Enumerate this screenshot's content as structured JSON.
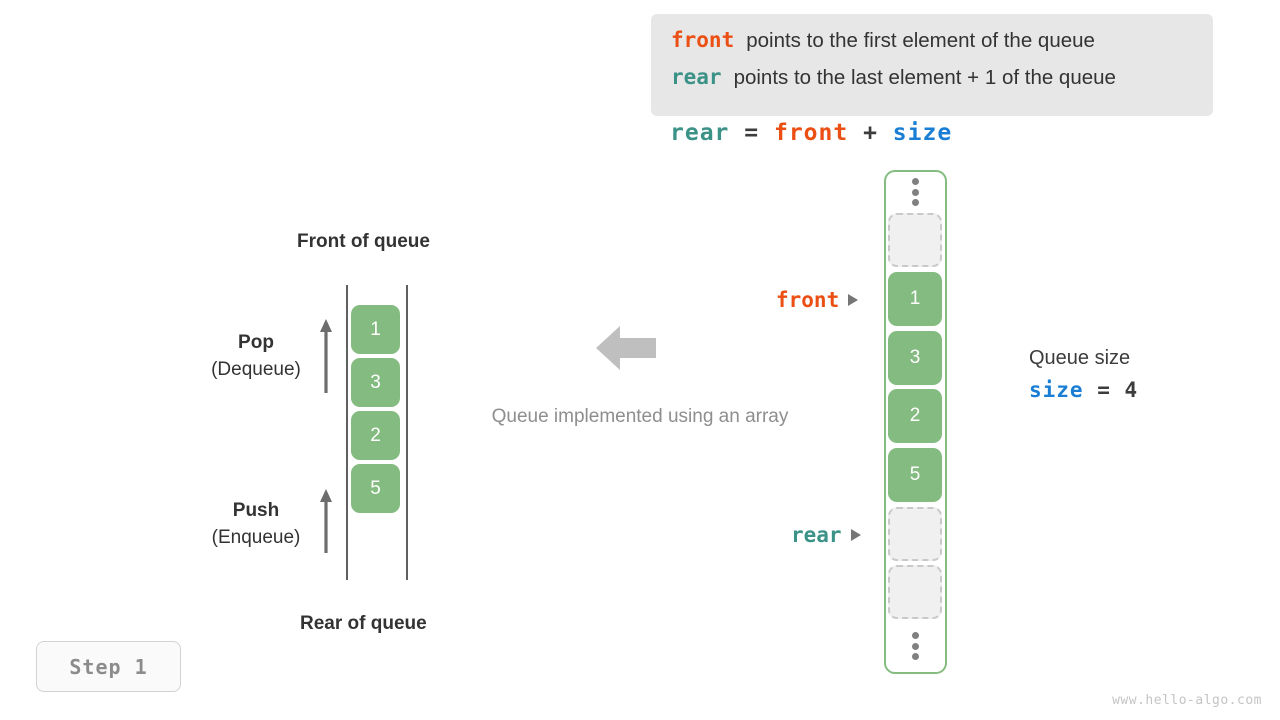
{
  "info_box": {
    "lines": [
      {
        "keyword": "front",
        "keyword_color": "#eb4f13",
        "text": "points to the first element of the queue"
      },
      {
        "keyword": "rear",
        "keyword_color": "#3b9287",
        "text": "points to the last element + 1 of the queue"
      }
    ]
  },
  "formula": {
    "lhs": "rear",
    "eq": "=",
    "rhs1": "front",
    "plus": "+",
    "rhs2": "size"
  },
  "left_queue": {
    "front_label": "Front of queue",
    "rear_label": "Rear of queue",
    "cells": [
      "1",
      "3",
      "2",
      "5"
    ],
    "operations": [
      {
        "name": "Pop",
        "sub": "(Dequeue)"
      },
      {
        "name": "Push",
        "sub": "(Enqueue)"
      }
    ]
  },
  "center": {
    "caption": "Queue implemented using an array",
    "arrow_direction": "left",
    "arrow_color": "#bfbfbf"
  },
  "array": {
    "slots": [
      {
        "type": "ellipsis",
        "value": ""
      },
      {
        "type": "empty",
        "value": ""
      },
      {
        "type": "filled",
        "value": "1"
      },
      {
        "type": "filled",
        "value": "3"
      },
      {
        "type": "filled",
        "value": "2"
      },
      {
        "type": "filled",
        "value": "5"
      },
      {
        "type": "empty",
        "value": ""
      },
      {
        "type": "empty",
        "value": ""
      },
      {
        "type": "ellipsis",
        "value": ""
      }
    ],
    "pointers": [
      {
        "label": "front",
        "color": "#eb4f13",
        "target_index": 2
      },
      {
        "label": "rear",
        "color": "#3b9287",
        "target_index": 6
      }
    ]
  },
  "queue_size": {
    "title": "Queue size",
    "var": "size",
    "eq": "=",
    "value": "4"
  },
  "step_badge": {
    "label": "Step 1"
  },
  "watermark": {
    "text": "www.hello-algo.com"
  },
  "colors": {
    "green_fill": "#84bb80",
    "green_border": "#85bd81",
    "orange": "#eb4f13",
    "teal": "#3b9287",
    "blue": "#1a7fd4",
    "gray_text": "#8e8e8e",
    "info_bg": "#e7e7e7"
  }
}
